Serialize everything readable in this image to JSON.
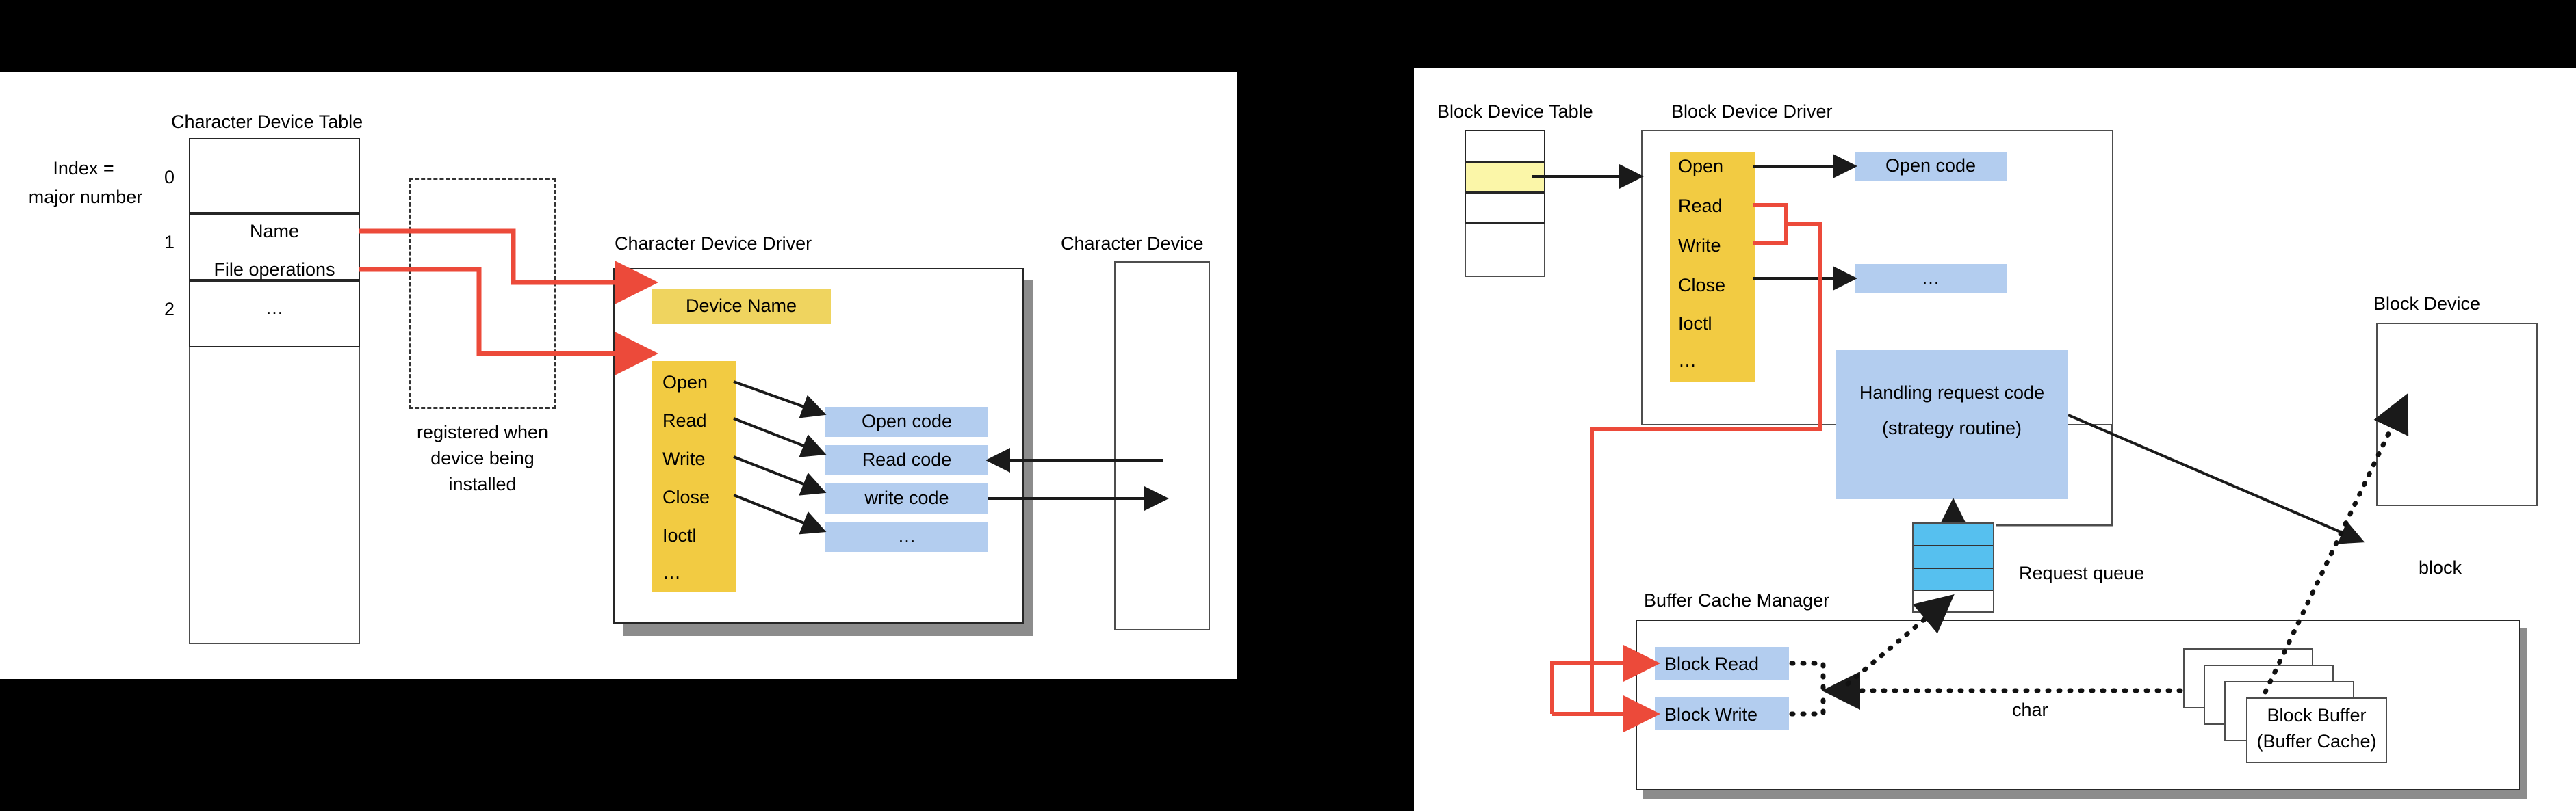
{
  "colors": {
    "background": "#000000",
    "panel": "#ffffff",
    "accent_yellow": "#efd45f",
    "accent_yellow_strong": "#f2cb42",
    "accent_blue": "#b3cdef",
    "accent_cyan": "#56c0ef",
    "highlight_row": "#fbf6a8",
    "red_link": "#ec4a3a",
    "stroke": "#333333"
  },
  "left_panel": {
    "index_note": {
      "line1": "Index =",
      "line2": "major number"
    },
    "char_device_table": {
      "title": "Character Device Table",
      "row_indices": [
        "0",
        "1",
        "2"
      ],
      "row1_fields": [
        "Name",
        "File operations"
      ],
      "row2_value": "…"
    },
    "registration_note": {
      "line1": "registered when",
      "line2": "device being",
      "line3": "installed"
    },
    "char_device_driver": {
      "title": "Character Device Driver",
      "device_name_box": "Device Name",
      "ops": [
        "Open",
        "Read",
        "Write",
        "Close",
        "Ioctl",
        "…"
      ],
      "code_blocks": [
        "Open code",
        "Read code",
        "write code",
        "…"
      ]
    },
    "char_device": {
      "title": "Character Device"
    }
  },
  "right_panel": {
    "block_device_table": {
      "title": "Block Device Table"
    },
    "block_device_driver": {
      "title": "Block Device Driver",
      "ops": [
        "Open",
        "Read",
        "Write",
        "Close",
        "Ioctl",
        "…"
      ],
      "code_blocks": [
        "Open code",
        "…"
      ],
      "strategy": {
        "line1": "Handling request code",
        "line2": "(strategy routine)"
      }
    },
    "request_queue_label": "Request queue",
    "buffer_cache_manager": {
      "title": "Buffer Cache Manager",
      "ops": [
        "Block Read",
        "Block Write"
      ],
      "char_label": "char",
      "block_buffer": {
        "line1": "Block Buffer",
        "line2": "(Buffer Cache)"
      }
    },
    "block_device": {
      "title": "Block Device"
    },
    "block_label": "block"
  }
}
